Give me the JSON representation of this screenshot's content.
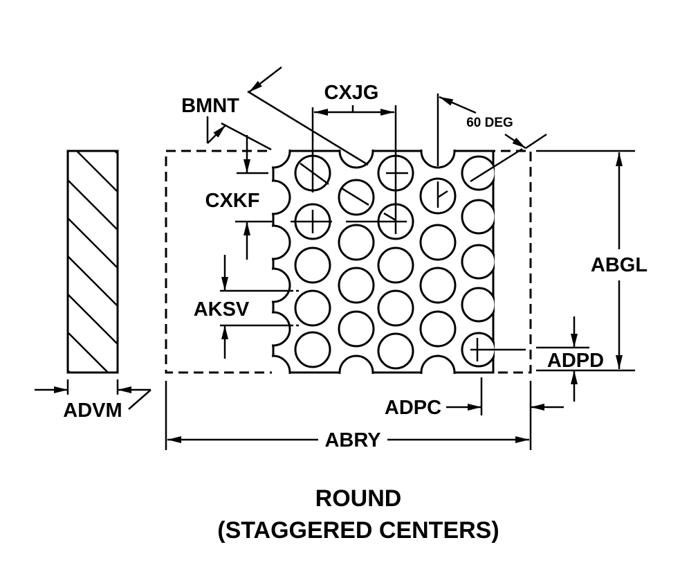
{
  "colors": {
    "ink": "#000000",
    "background": "#ffffff"
  },
  "labels": {
    "bmnt": "BMNT",
    "cxjg": "CXJG",
    "angle": "60 DEG",
    "cxkf": "CXKF",
    "aksv": "AKSV",
    "abgl": "ABGL",
    "adpd": "ADPD",
    "adpc": "ADPC",
    "abry": "ABRY",
    "advm": "ADVM"
  },
  "title": {
    "line1": "ROUND",
    "line2": "(STAGGERED CENTERS)"
  }
}
